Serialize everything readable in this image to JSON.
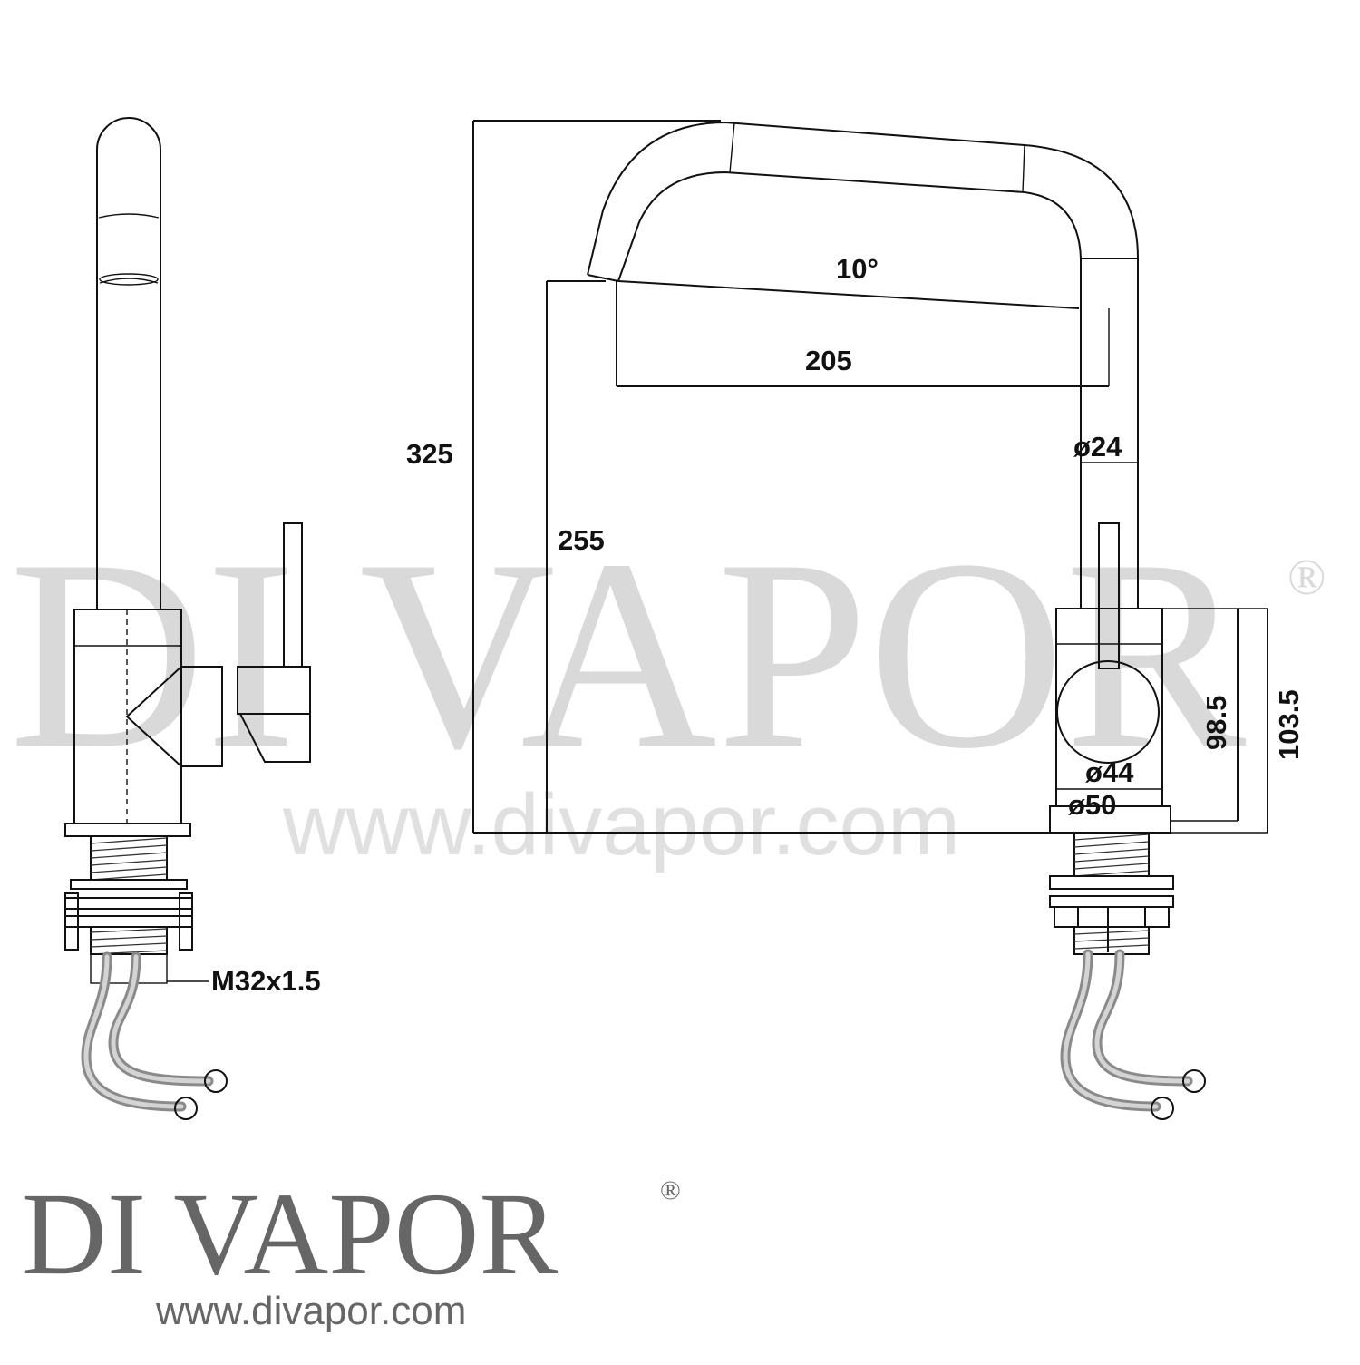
{
  "watermark": {
    "brand": "DI VAPOR",
    "registered": "®",
    "url": "www.divapor.com"
  },
  "side_view": {
    "thread_label": "M32x1.5"
  },
  "front_view": {
    "spout_angle": "10°",
    "spout_reach": "205",
    "overall_height": "325",
    "spout_height": "255",
    "spout_diameter": "ø24",
    "lever_height": "98.5",
    "body_height": "103.5",
    "body_diameter": "ø44",
    "base_diameter": "ø50"
  },
  "logo": {
    "brand": "DI VAPOR",
    "registered": "®",
    "url": "www.divapor.com"
  }
}
